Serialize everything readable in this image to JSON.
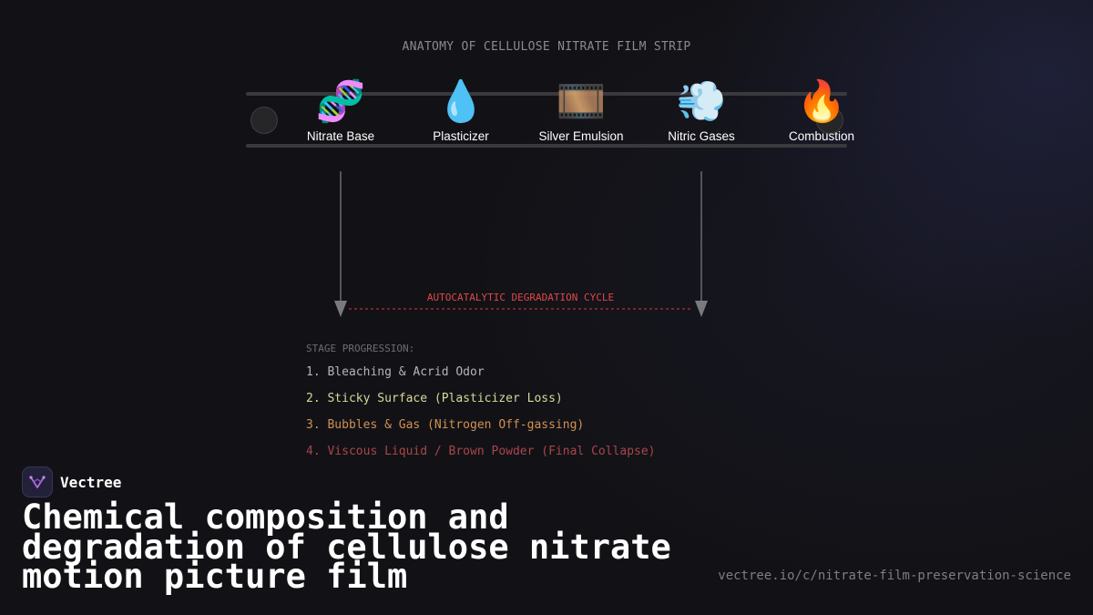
{
  "diagram": {
    "title": "ANATOMY OF CELLULOSE NITRATE FILM STRIP",
    "components": [
      {
        "label": "Nitrate Base",
        "icon": "🧬",
        "icon_name": "dna-icon"
      },
      {
        "label": "Plasticizer",
        "icon": "💧",
        "icon_name": "droplet-icon"
      },
      {
        "label": "Silver Emulsion",
        "icon": "🎞️",
        "icon_name": "film-frames-icon"
      },
      {
        "label": "Nitric Gases",
        "icon": "💨",
        "icon_name": "dashing-wind-icon"
      },
      {
        "label": "Combustion",
        "icon": "🔥",
        "icon_name": "fire-icon"
      }
    ],
    "cycle_label": "AUTOCATALYTIC DEGRADATION CYCLE",
    "stages_heading": "STAGE PROGRESSION:",
    "stages": [
      {
        "text": "1. Bleaching & Acrid Odor",
        "color": "#b5b5b5"
      },
      {
        "text": "2. Sticky Surface (Plasticizer Loss)",
        "color": "#d8d89a"
      },
      {
        "text": "3. Bubbles & Gas (Nitrogen Off-gassing)",
        "color": "#d29052"
      },
      {
        "text": "4. Viscous Liquid / Brown Powder (Final Collapse)",
        "color": "#a8464a"
      }
    ]
  },
  "brand": {
    "name": "Vectree",
    "logo_icon": "vectree-logo-icon"
  },
  "headline": "Chemical composition and degradation of cellulose nitrate motion picture film",
  "source_url": "vectree.io/c/nitrate-film-preservation-science",
  "colors": {
    "background": "#121216",
    "cycle_accent": "#e04848",
    "arrow": "#6a6a6e"
  }
}
